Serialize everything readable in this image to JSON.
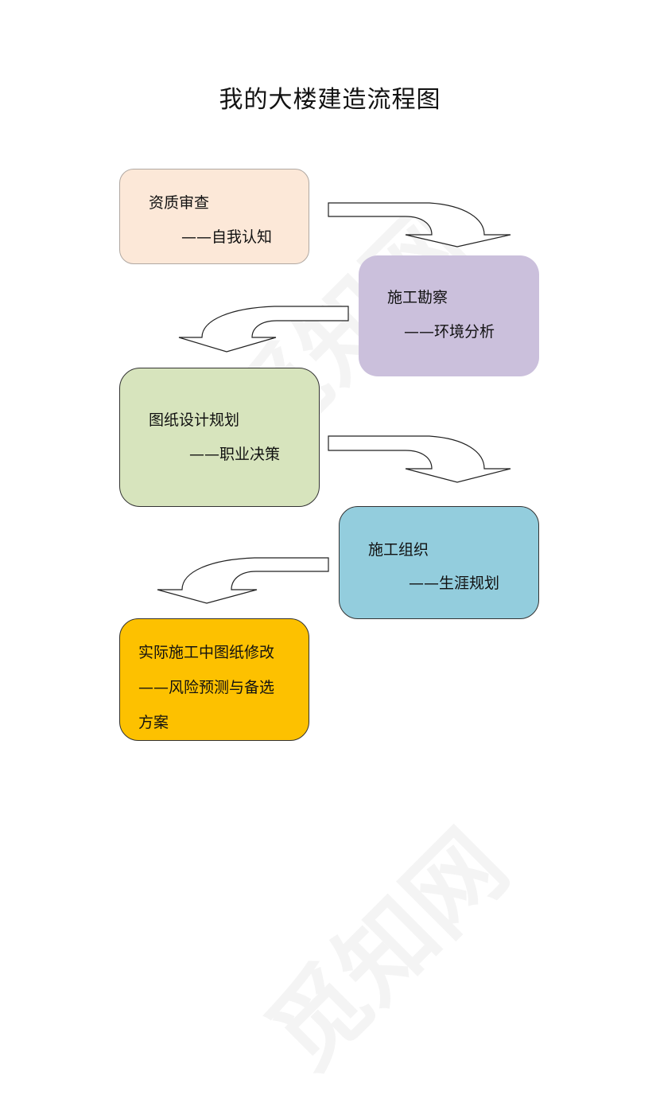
{
  "title": "我的大楼建造流程图",
  "watermark": "觅知网",
  "steps": [
    {
      "heading": "资质审查",
      "sub": "——自我认知",
      "color": "#fce8d8"
    },
    {
      "heading": "施工勘察",
      "sub": "——环境分析",
      "color": "#cbc0dc"
    },
    {
      "heading": "图纸设计规划",
      "sub": "——职业决策",
      "color": "#d7e4bd"
    },
    {
      "heading": "施工组织",
      "sub": "——生涯规划",
      "color": "#93cddd"
    },
    {
      "heading": "实际施工中图纸修改",
      "sub": "——风险预测与备选",
      "sub2": "方案",
      "color": "#fdc100"
    }
  ],
  "arrows": [
    {
      "from": "资质审查",
      "to": "施工勘察",
      "direction": "right-down"
    },
    {
      "from": "施工勘察",
      "to": "图纸设计规划",
      "direction": "left-down"
    },
    {
      "from": "图纸设计规划",
      "to": "施工组织",
      "direction": "right-down"
    },
    {
      "from": "施工组织",
      "to": "实际施工中图纸修改",
      "direction": "left-down"
    }
  ]
}
